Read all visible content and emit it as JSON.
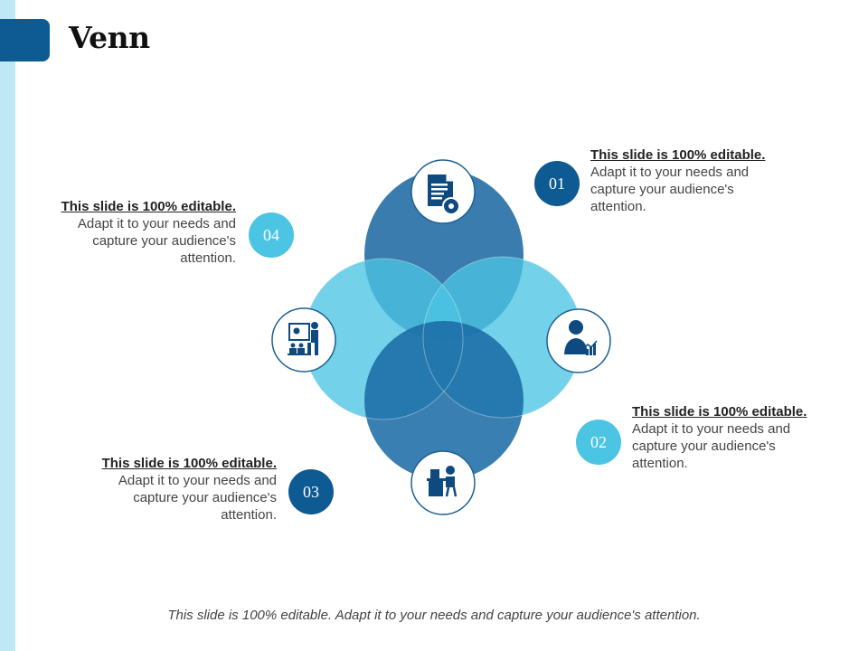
{
  "title": "Venn",
  "items": [
    {
      "number": "01",
      "heading": "This slide is 100% editable.",
      "line1": "Adapt it to your needs and",
      "line2": "capture your audience's",
      "line3": "attention.",
      "icon": "document-gear-icon"
    },
    {
      "number": "02",
      "heading": "This slide is 100% editable.",
      "line1": "Adapt it to your needs and",
      "line2": "capture your audience's",
      "line3": "attention.",
      "icon": "person-growth-chart-icon"
    },
    {
      "number": "03",
      "heading": "This slide is 100% editable.",
      "line1": "Adapt it to your needs and",
      "line2": "capture your audience's",
      "line3": "attention.",
      "icon": "person-at-desk-icon"
    },
    {
      "number": "04",
      "heading": "This slide is 100% editable.",
      "line1": "Adapt it to your needs and",
      "line2": "capture your audience's",
      "line3": "attention.",
      "icon": "presentation-board-icon"
    }
  ],
  "footer": "This slide is 100% editable. Adapt it to your needs and capture your audience's attention.",
  "colors": {
    "dark_blue": "#0e5a93",
    "mid_blue": "#3579ab",
    "light_blue": "#4cc4e3",
    "pale_blue": "#bfe8f5"
  }
}
